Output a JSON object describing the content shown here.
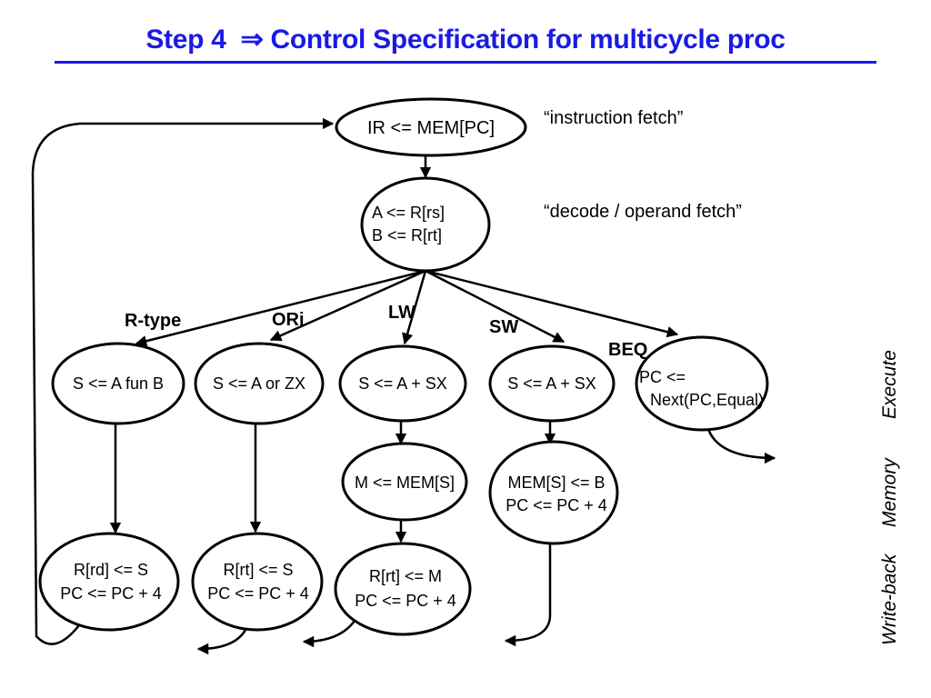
{
  "title": "Step 4  ⇒ Control Specification for multicycle proc",
  "notes": {
    "fetch": "“instruction fetch”",
    "decode": "“decode / operand fetch”"
  },
  "states": {
    "fetch": [
      "IR <= MEM[PC]"
    ],
    "decode": [
      "A <= R[rs]",
      "B <= R[rt]"
    ],
    "rtype_exec": [
      "S <= A fun B"
    ],
    "ori_exec": [
      "S <= A or ZX"
    ],
    "lw_exec": [
      "S <= A + SX"
    ],
    "sw_exec": [
      "S <= A + SX"
    ],
    "beq_exec": [
      "PC <=",
      "Next(PC,Equal)"
    ],
    "lw_mem": [
      "M <= MEM[S]"
    ],
    "sw_mem": [
      "MEM[S] <= B",
      "PC <= PC + 4"
    ],
    "rtype_wb": [
      "R[rd] <= S",
      "PC <= PC + 4"
    ],
    "ori_wb": [
      "R[rt] <= S",
      "PC <= PC + 4"
    ],
    "lw_wb": [
      "R[rt] <= M",
      "PC <= PC + 4"
    ]
  },
  "branch_labels": {
    "rtype": "R-type",
    "ori": "ORi",
    "lw": "LW",
    "sw": "SW",
    "beq": "BEQ"
  },
  "phases": {
    "execute": "Execute",
    "memory": "Memory",
    "writeback": "Write-back"
  }
}
